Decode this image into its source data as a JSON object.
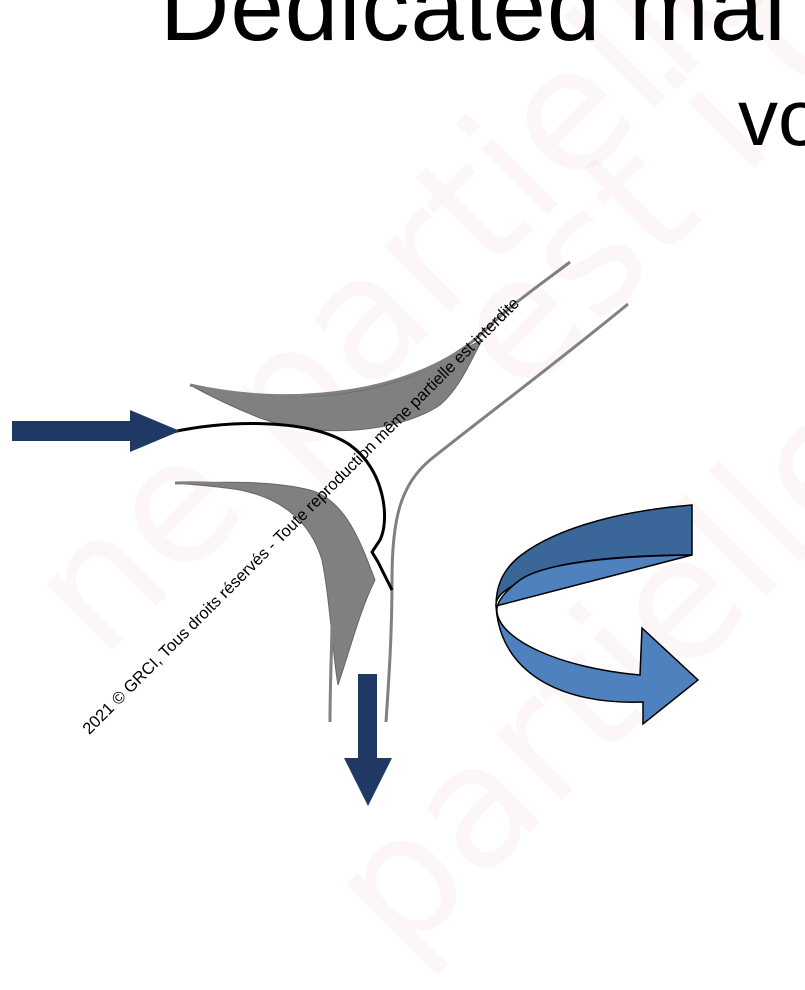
{
  "slide": {
    "title_line_1": "Dedicated mai",
    "title_line_2": "vo"
  },
  "watermarks": {
    "large_1": "ne partielle",
    "large_2": "partielle est i",
    "large_3": "est i GR",
    "small_notice": "2021 © GRCI, Tous droits réservés - Toute reproduction même partielle est interdite"
  },
  "colors": {
    "arrow_navy": "#1F3864",
    "curved_arrow_fill": "#4E81BD",
    "crotch_fill": "#808080",
    "outline": "#000000"
  },
  "icons": [
    "inlet-arrow-icon",
    "outlet-arrow-icon",
    "rotation-arrow-icon"
  ]
}
